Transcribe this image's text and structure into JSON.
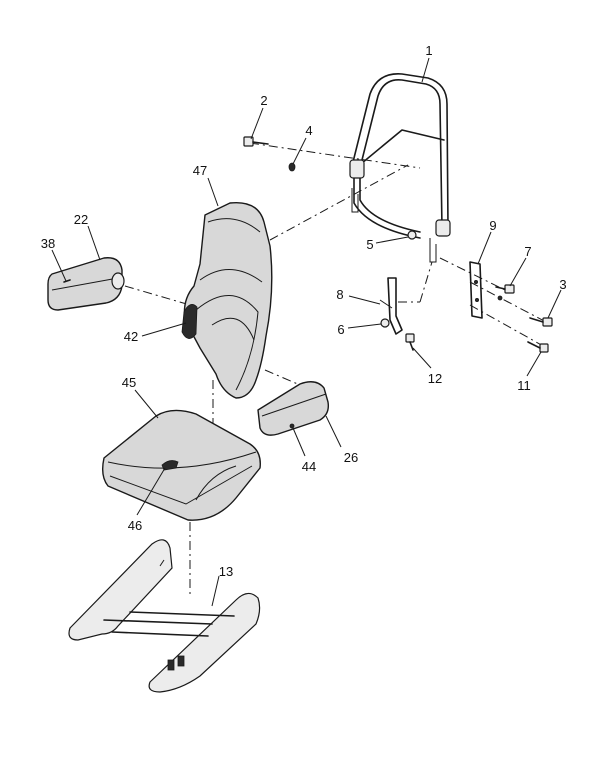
{
  "diagram": {
    "kind": "exploded-parts-view",
    "callouts": [
      {
        "key": "c1",
        "number": "1"
      },
      {
        "key": "c2",
        "number": "2"
      },
      {
        "key": "c3",
        "number": "3"
      },
      {
        "key": "c4",
        "number": "4"
      },
      {
        "key": "c5",
        "number": "5"
      },
      {
        "key": "c6",
        "number": "6"
      },
      {
        "key": "c7",
        "number": "7"
      },
      {
        "key": "c8",
        "number": "8"
      },
      {
        "key": "c9",
        "number": "9"
      },
      {
        "key": "c11",
        "number": "11"
      },
      {
        "key": "c12",
        "number": "12"
      },
      {
        "key": "c13",
        "number": "13"
      },
      {
        "key": "c22",
        "number": "22"
      },
      {
        "key": "c26",
        "number": "26"
      },
      {
        "key": "c38",
        "number": "38"
      },
      {
        "key": "c42",
        "number": "42"
      },
      {
        "key": "c44",
        "number": "44"
      },
      {
        "key": "c45",
        "number": "45"
      },
      {
        "key": "c46",
        "number": "46"
      },
      {
        "key": "c47",
        "number": "47"
      }
    ]
  }
}
